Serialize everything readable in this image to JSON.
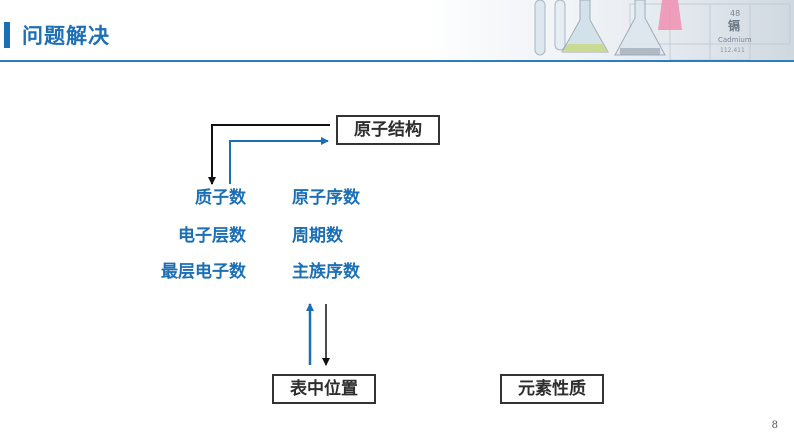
{
  "header": {
    "title": "问题解决",
    "image_text": [
      "48",
      "镉",
      "Cadmium",
      "112.411"
    ]
  },
  "diagram": {
    "top_box": "原子结构",
    "left_column": [
      "质子数",
      "电子层数",
      "最层电子数"
    ],
    "right_column": [
      "原子序数",
      "周期数",
      "主族序数"
    ],
    "bottom_left_box": "表中位置",
    "bottom_right_box": "元素性质"
  },
  "colors": {
    "accent": "#1c6fb5",
    "arrow_dark": "#111111",
    "box_border": "#333333"
  },
  "page_number": "8"
}
